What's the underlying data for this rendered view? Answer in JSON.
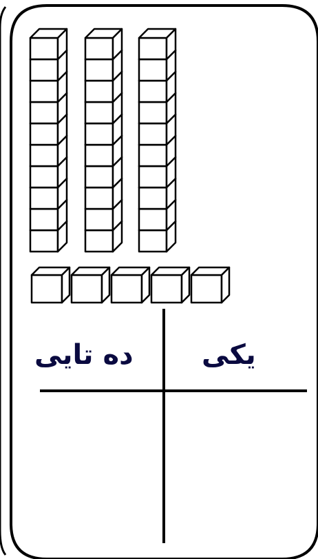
{
  "blocks": {
    "tens_rods": 3,
    "cubes_per_rod": 10,
    "ones_cubes": 5
  },
  "place_value_table": {
    "tens_header": "ده تایی",
    "ones_header": "یکی"
  },
  "colors": {
    "outline": "#000000",
    "block_fill": "#ffffff",
    "header_text": "#0a0a40"
  }
}
